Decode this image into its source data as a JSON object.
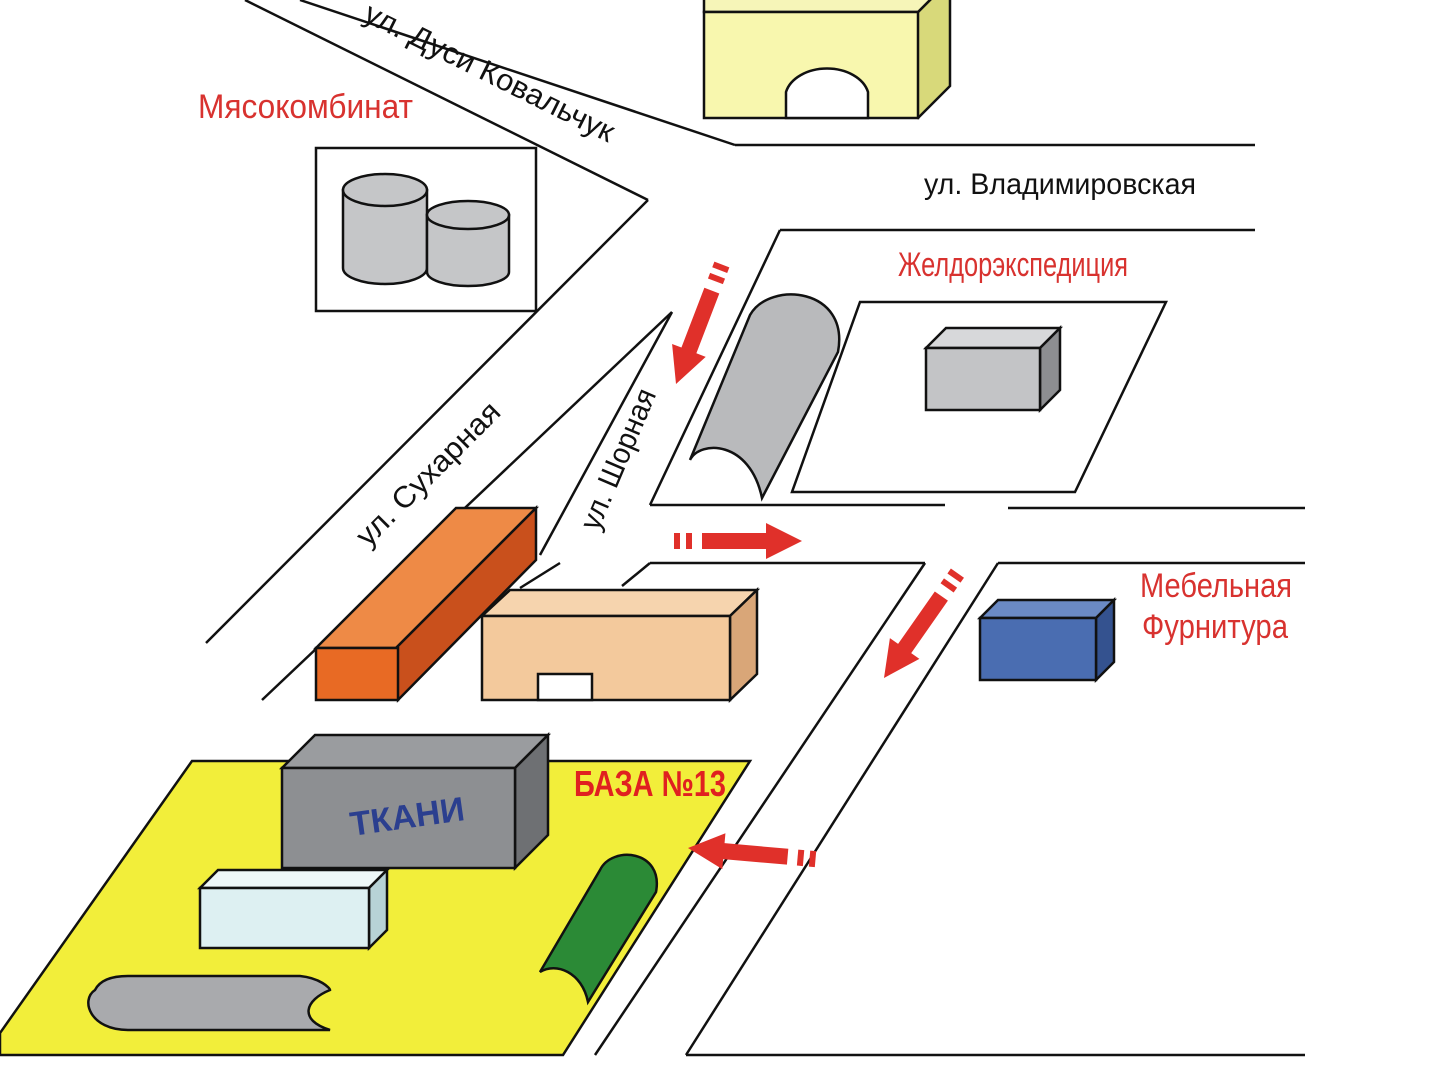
{
  "streets": {
    "dusi_kovalchuk": "ул. Дуси Ковальчук",
    "vladimirovskaya": "ул. Владимировская",
    "sukharnaya": "ул. Сухарная",
    "shornaya": "ул. Шорная"
  },
  "places": {
    "myasokombinat": "Мясокомбинат",
    "zheldorekspeditsiya": "Желдорэкспедиция",
    "mebelnaya_line1": "Мебельная",
    "mebelnaya_line2": "Фурнитура",
    "baza": "БАЗА №13",
    "tkani": "ТКАНИ"
  },
  "colors": {
    "route_arrow": "#e0302a",
    "baza_area": "#f2ee3a",
    "place_label": "#d8322f"
  },
  "icons": [
    "route-arrow-icon",
    "tank-icon",
    "hangar-icon",
    "building-icon"
  ]
}
